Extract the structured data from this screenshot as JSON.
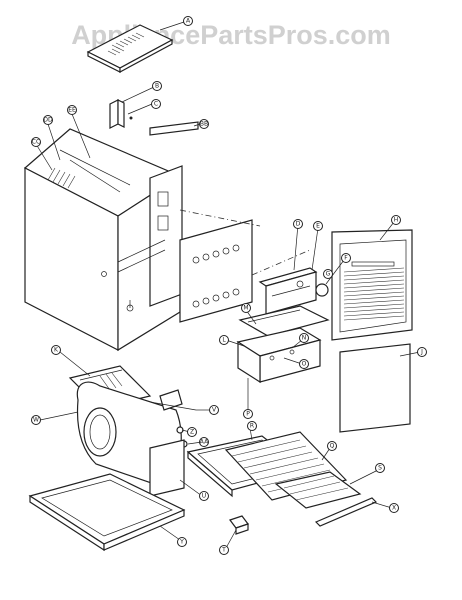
{
  "watermark": "AppliancePartsPros.com",
  "callouts": {
    "a": "A",
    "b": "B",
    "c": "C",
    "d": "D",
    "e": "E",
    "f": "F",
    "g": "G",
    "h": "H",
    "j": "J",
    "k": "K",
    "l": "L",
    "m": "M",
    "n": "N",
    "o": "O",
    "p": "P",
    "q": "Q",
    "r": "R",
    "s": "S",
    "t": "T",
    "u": "U",
    "v": "V",
    "w": "W",
    "x": "X",
    "y": "Y",
    "z": "Z",
    "aa": "AA",
    "bb": "BB",
    "cc": "CC",
    "dd": "DD",
    "ee": "EE"
  }
}
